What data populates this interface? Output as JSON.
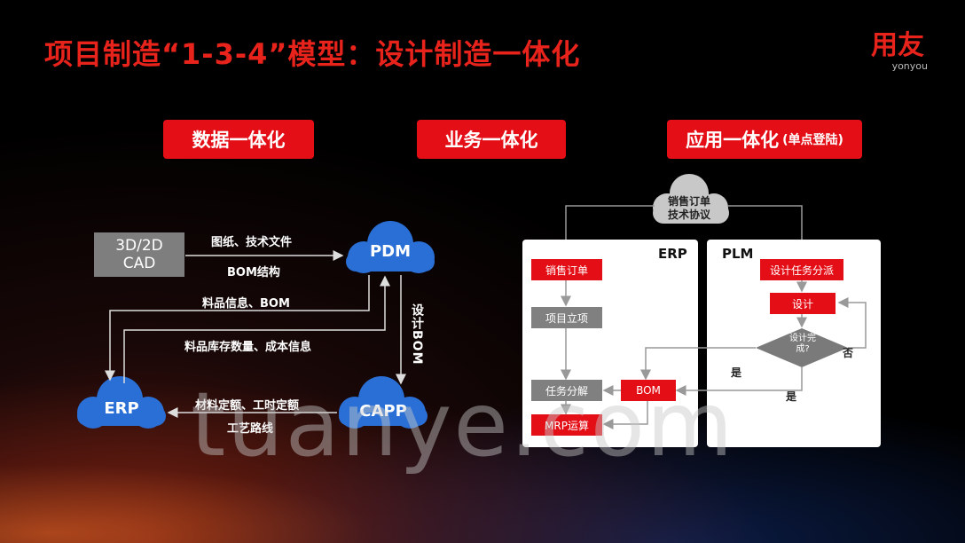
{
  "title": "项目制造“1-3-4”模型：设计制造一体化",
  "logo": {
    "main": "用友",
    "sub": "yonyou"
  },
  "sections": {
    "data_integration": "数据一体化",
    "business_integration": "业务一体化",
    "app_integration": "应用一体化",
    "app_integration_note": "(单点登陆)"
  },
  "left_diagram": {
    "cad_box": "3D/2D\nCAD",
    "pdm": "PDM",
    "erp": "ERP",
    "capp": "CAPP",
    "label_drawings": "图纸、技术文件",
    "label_bom_struct": "BOM结构",
    "label_item_info": "料品信息、BOM",
    "label_inventory": "料品库存数量、成本信息",
    "label_design_bom": "设计BOM",
    "label_quota_line1": "材料定额、工时定额",
    "label_quota_line2": "工艺路线"
  },
  "right_diagram": {
    "top_cloud": "销售订单\n技术协议",
    "erp_panel_title": "ERP",
    "plm_panel_title": "PLM",
    "erp_steps": [
      "销售订单",
      "项目立项",
      "任务分解",
      "MRP运算"
    ],
    "bom": "BOM",
    "plm_steps": [
      "设计任务分派",
      "设计"
    ],
    "decision": "设计完\n成?",
    "yes1": "是",
    "yes2": "是",
    "no": "否"
  },
  "watermark": "tuanye.com",
  "colors": {
    "accent": "#e40e16",
    "cloud": "#2a6fd6",
    "gray": "#808080"
  }
}
